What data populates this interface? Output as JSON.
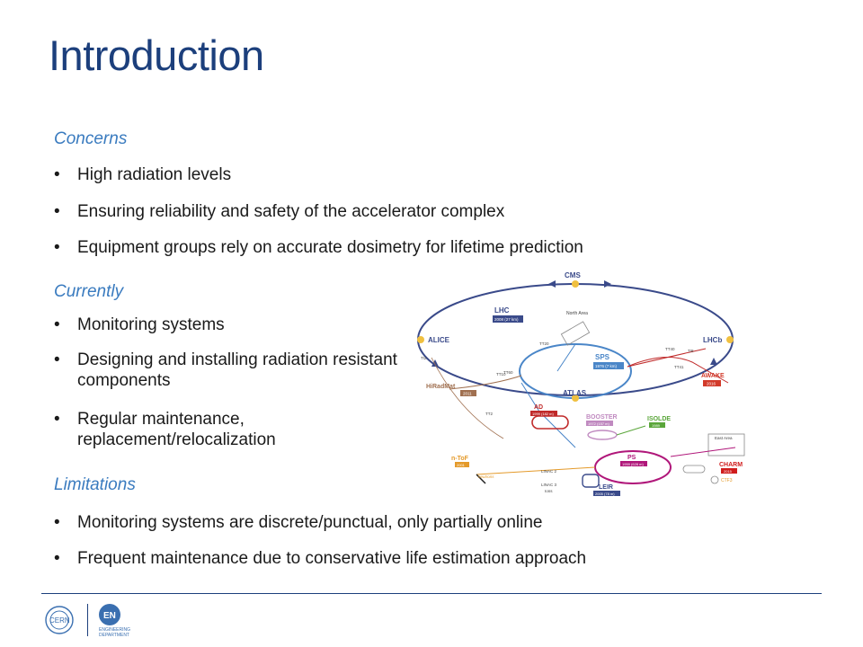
{
  "title": "Introduction",
  "sections": [
    {
      "heading": "Concerns",
      "bullets": [
        "High radiation levels",
        "Ensuring reliability and safety of the accelerator complex",
        "Equipment groups rely on accurate dosimetry for lifetime prediction"
      ]
    },
    {
      "heading": "Currently",
      "bullets": [
        "Monitoring systems",
        "Designing and installing radiation resistant components",
        "Regular maintenance, replacement/relocalization"
      ]
    },
    {
      "heading": "Limitations",
      "bullets": [
        "Monitoring systems are discrete/punctual, only partially online",
        "Frequent maintenance due to conservative life estimation approach"
      ]
    }
  ],
  "bullet_glyph": "•",
  "diagram": {
    "labels": {
      "cms": "CMS",
      "lhc": "LHC",
      "lhc_year": "2008 (27 km)",
      "north_area": "North Area",
      "alice": "ALICE",
      "lhcb": "LHCb",
      "sps": "SPS",
      "sps_year": "1976 (7 km)",
      "atlas": "ATLAS",
      "awake": "AWAKE",
      "awake_year": "2016",
      "hiradmat": "HiRadMat",
      "hiradmat_year": "2011",
      "ad": "AD",
      "ad_year": "1999 (182 m)",
      "booster": "BOOSTER",
      "booster_year": "1972 (157 m)",
      "isolde": "ISOLDE",
      "isolde_year": "1989",
      "east_area": "East Area",
      "charm": "CHARM",
      "charm_year": "2015",
      "ntof": "n-ToF",
      "ntof_year": "2001",
      "ps": "PS",
      "ps_year": "1959 (628 m)",
      "linac2": "LINAC 2",
      "linac3": "LINAC 3",
      "ions": "Ions",
      "leir": "LEIR",
      "leir_year": "2005 (78 m)",
      "ctf3": "CTF3",
      "neutrons": "neutrons",
      "tt20": "TT20",
      "tt40": "TT40",
      "tt41": "TT41",
      "tt10": "TT10",
      "tt60": "TT60",
      "tt2": "TT2",
      "ti2": "TI2",
      "ti8": "TI8"
    },
    "colors": {
      "lhc": "#3a4a8a",
      "sps": "#4a86c8",
      "ps": "#b0177a",
      "booster": "#c08ac0",
      "ad": "#c02a2a",
      "isolde": "#5aa63a",
      "ntof": "#e49a2a",
      "hiradmat": "#a07050",
      "awake": "#d23a2a",
      "charm": "#d01c1c",
      "experiment": "#f0c040"
    }
  },
  "footer": {
    "cern_logo_text": "CERN",
    "en_logo_text": "EN",
    "department_line1": "ENGINEERING",
    "department_line2": "DEPARTMENT"
  }
}
